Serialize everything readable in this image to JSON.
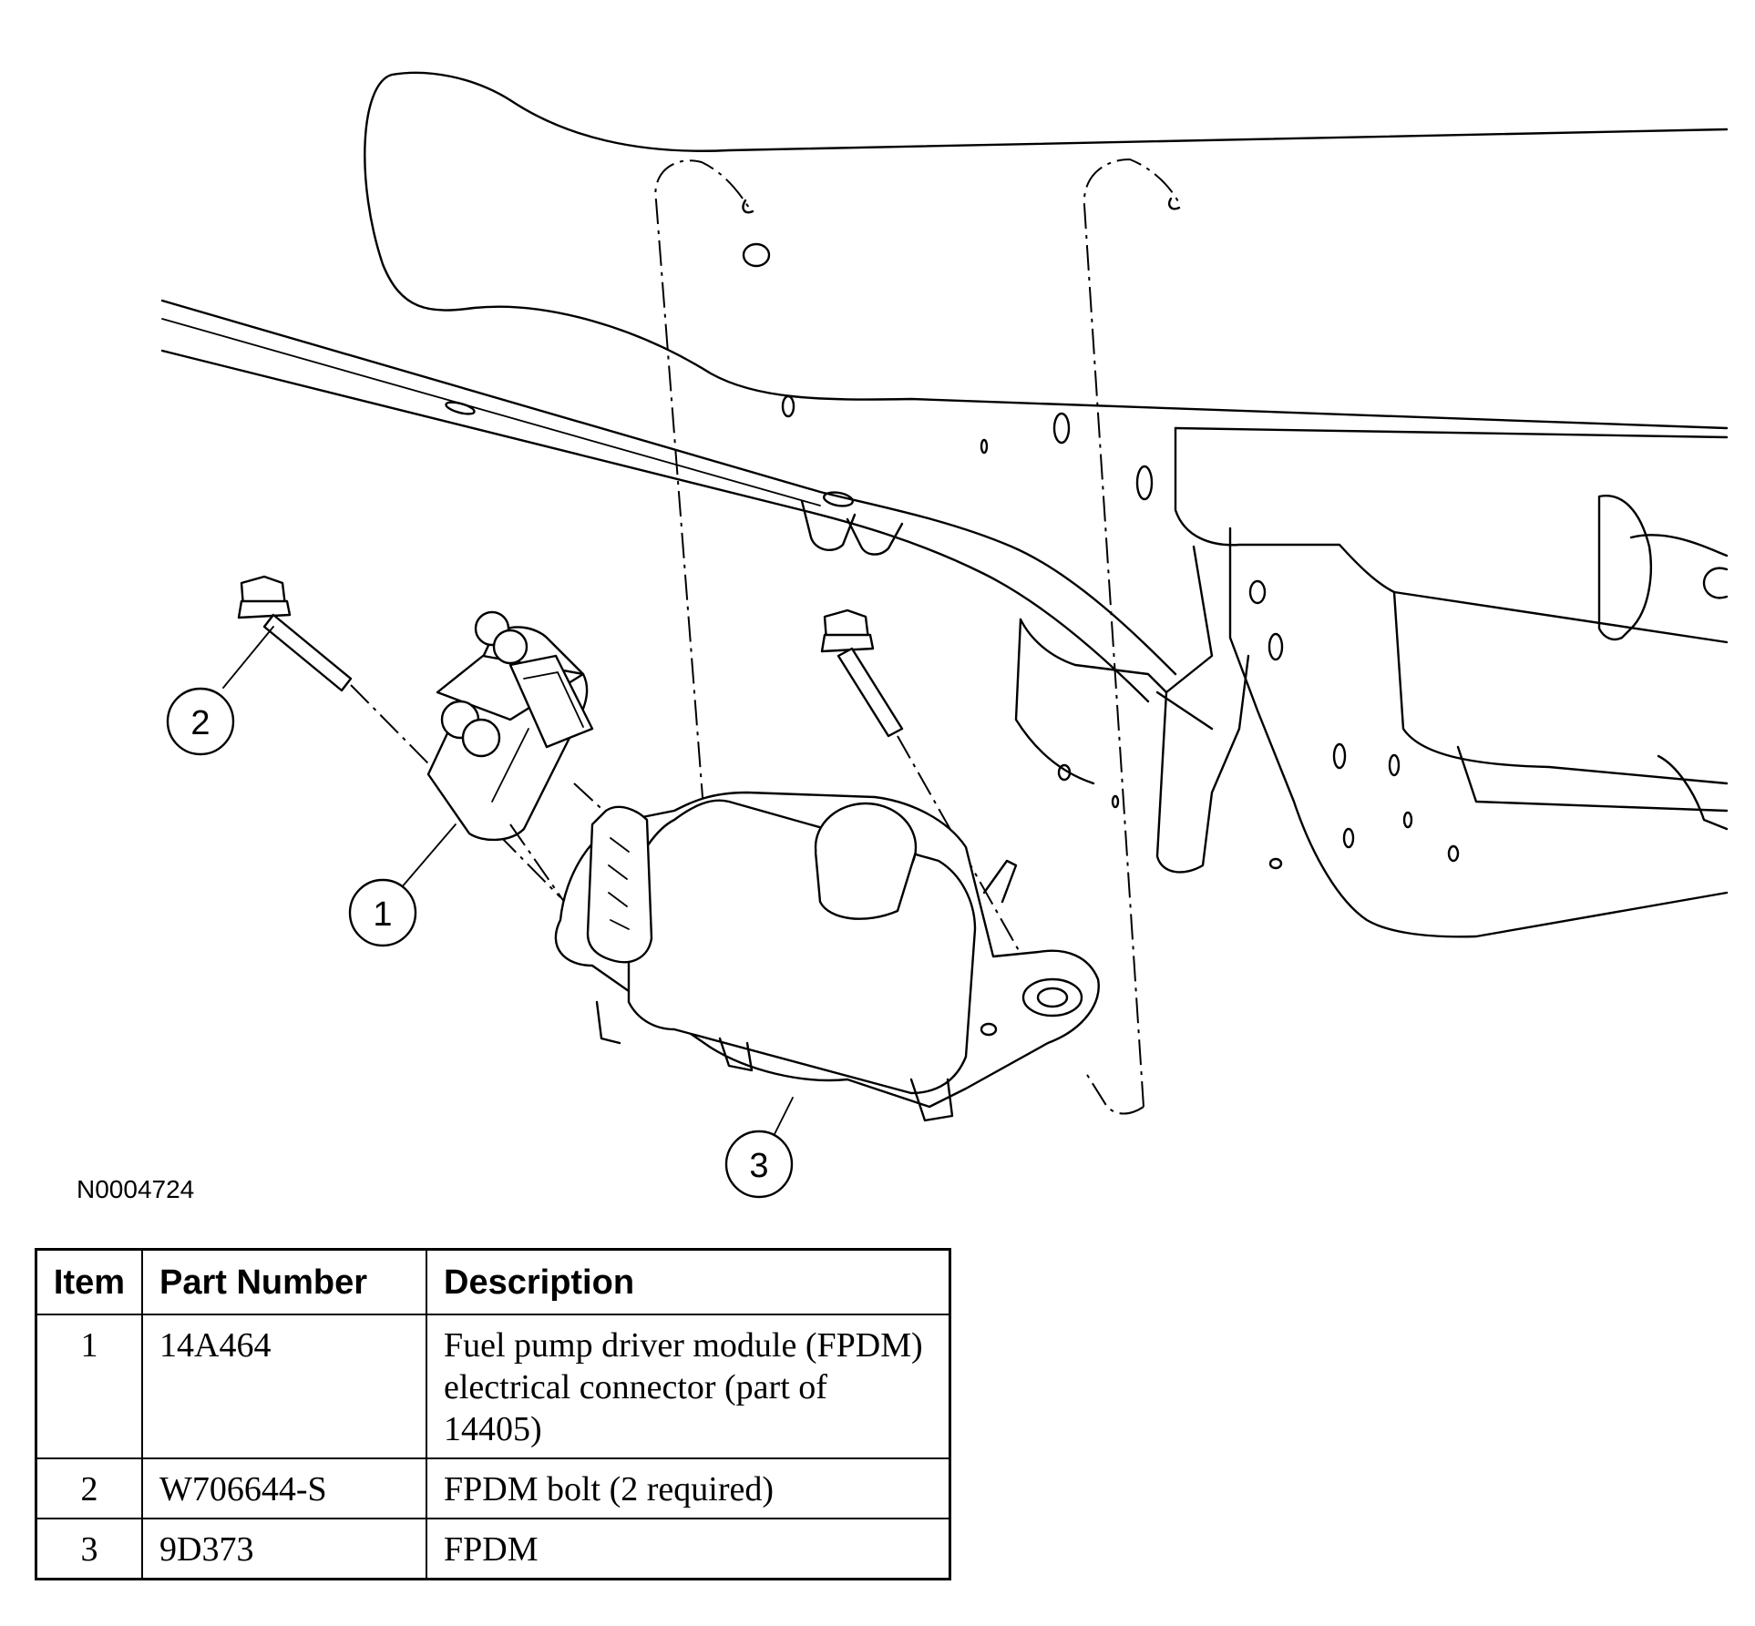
{
  "figure": {
    "id": "N0004724",
    "callouts": [
      "1",
      "2",
      "3"
    ]
  },
  "table": {
    "headers": {
      "item": "Item",
      "part_number": "Part Number",
      "description": "Description"
    },
    "rows": [
      {
        "item": "1",
        "part_number": "14A464",
        "description": "Fuel pump driver module (FPDM) electrical connector (part of 14405)"
      },
      {
        "item": "2",
        "part_number": "W706644-S",
        "description": "FPDM bolt (2 required)"
      },
      {
        "item": "3",
        "part_number": "9D373",
        "description": "FPDM"
      }
    ]
  }
}
